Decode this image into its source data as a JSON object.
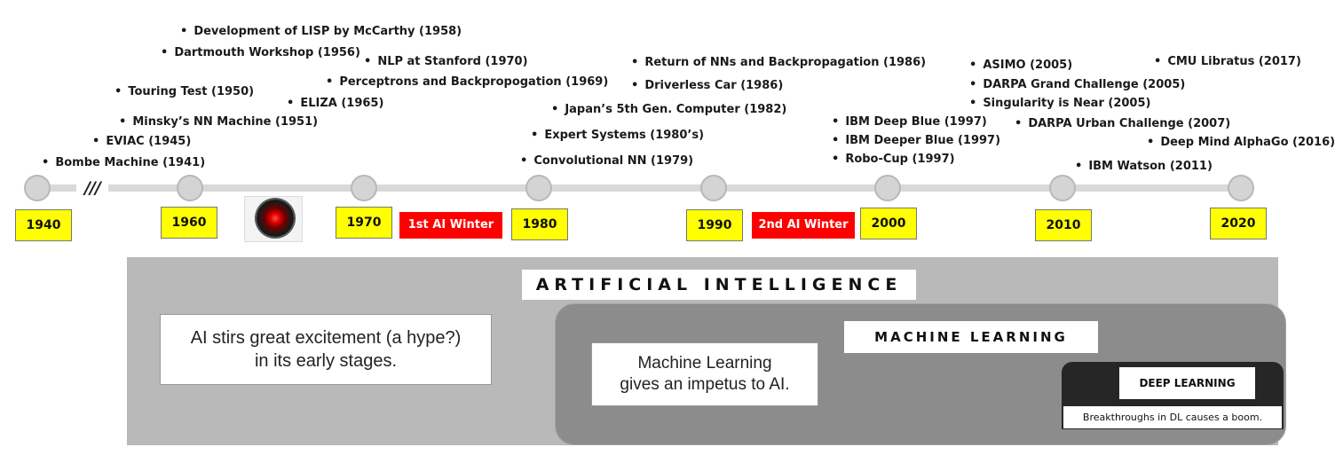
{
  "events": {
    "e1941": "Bombe Machine (1941)",
    "e1945": "EVIAC  (1945)",
    "e1951": "Minsky’s NN Machine  (1951)",
    "e1950": "Touring Test (1950)",
    "e1956": "Dartmouth Workshop (1956)",
    "e1958": "Development of LISP by McCarthy (1958)",
    "e1965": "ELIZA (1965)",
    "e1969": "Perceptrons and Backpropogation (1969)",
    "e1970": "NLP at Stanford (1970)",
    "e1979": "Convolutional NN (1979)",
    "e1980s": "Expert Systems (1980’s)",
    "e1982": "Japan’s 5th  Gen. Computer (1982)",
    "e1986a": "Driverless Car (1986)",
    "e1986b": "Return of NNs and Backpropagation (1986)",
    "e1997a": "IBM Deep Blue (1997)",
    "e1997b": "IBM Deeper Blue (1997)",
    "e1997c": "Robo-Cup (1997)",
    "e2005a": "ASIMO (2005)",
    "e2005b": "DARPA Grand Challenge (2005)",
    "e2005c": "Singularity is Near (2005)",
    "e2007": "DARPA Urban Challenge (2007)",
    "e2011": "IBM Watson (2011)",
    "e2016": "Deep Mind AlphaGo (2016)",
    "e2017": "CMU Libratus (2017)"
  },
  "timeline": {
    "break_mark": "///",
    "years": [
      "1940",
      "1960",
      "1970",
      "1980",
      "1990",
      "2000",
      "2010",
      "2020"
    ],
    "winters": [
      "1st AI Winter",
      "2nd AI Winter"
    ]
  },
  "panels": {
    "ai": {
      "title": "ARTIFICIAL  INTELLIGENCE",
      "line1": "AI stirs great excitement (a hype?)",
      "line2": "in its early stages."
    },
    "ml": {
      "title": "MACHINE LEARNING",
      "line1": "Machine Learning",
      "line2": "gives an impetus to AI."
    },
    "dl": {
      "title": "DEEP LEARNING",
      "note": "Breakthroughs in DL causes a boom."
    }
  },
  "colors": {
    "year_fill": "#ffff00",
    "winter_fill": "#ff0000",
    "ai_panel": "#b9b9b9",
    "ml_panel": "#8c8c8c",
    "dl_panel": "#262626"
  }
}
